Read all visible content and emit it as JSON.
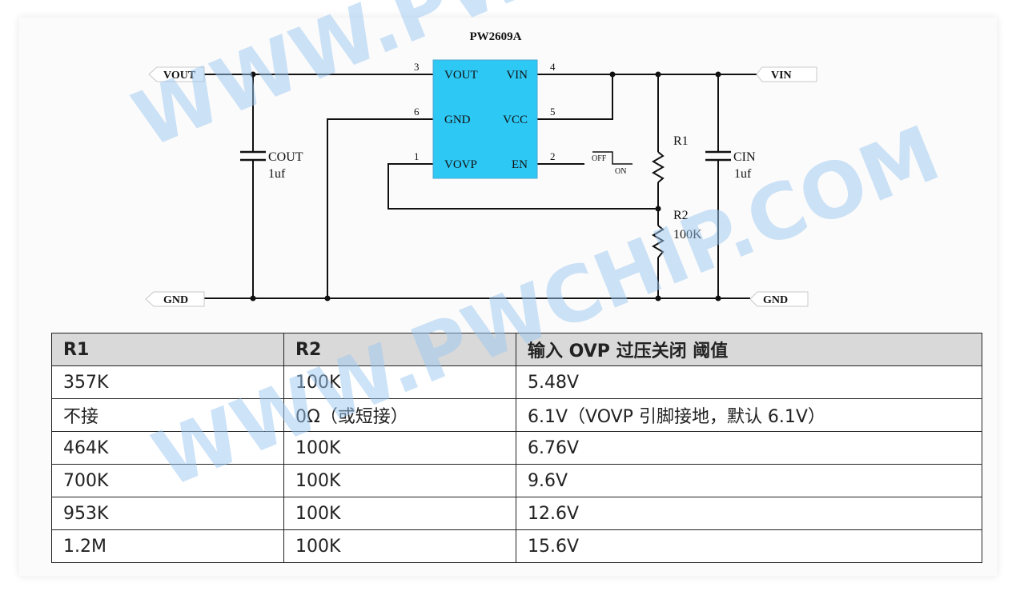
{
  "schematic": {
    "chip_title": "PW2609A",
    "pins": {
      "vout": {
        "label": "VOUT",
        "num": "3"
      },
      "vin": {
        "label": "VIN",
        "num": "4"
      },
      "gnd": {
        "label": "GND",
        "num": "6"
      },
      "vcc": {
        "label": "VCC",
        "num": "5"
      },
      "vovp": {
        "label": "VOVP",
        "num": "1"
      },
      "en": {
        "label": "EN",
        "num": "2"
      }
    },
    "ports": {
      "vout": "VOUT",
      "vin": "VIN",
      "gnd_left": "GND",
      "gnd_right": "GND"
    },
    "switch": {
      "off": "OFF",
      "on": "ON"
    },
    "components": {
      "cout_name": "COUT",
      "cout_value": "1uf",
      "cin_name": "CIN",
      "cin_value": "1uf",
      "r1_name": "R1",
      "r2_name": "R2",
      "r2_value": "100K"
    },
    "colors": {
      "chip_fill": "#2ec8f5",
      "wire": "#111111"
    }
  },
  "table": {
    "headers": [
      "R1",
      "R2",
      "输入 OVP 过压关闭 阈值"
    ],
    "rows": [
      [
        "357K",
        "100K",
        "5.48V"
      ],
      [
        "不接",
        "0Ω（或短接）",
        "6.1V（VOVP 引脚接地，默认 6.1V）"
      ],
      [
        "464K",
        "100K",
        "6.76V"
      ],
      [
        "700K",
        "100K",
        "9.6V"
      ],
      [
        "953K",
        "100K",
        "12.6V"
      ],
      [
        "1.2M",
        "100K",
        "15.6V"
      ]
    ],
    "colors": {
      "header_bg": "#d9d9d9",
      "border": "#222222"
    }
  },
  "watermark": {
    "text": "WWW.PWCHIP.COM",
    "color": "#9cc8f2"
  }
}
